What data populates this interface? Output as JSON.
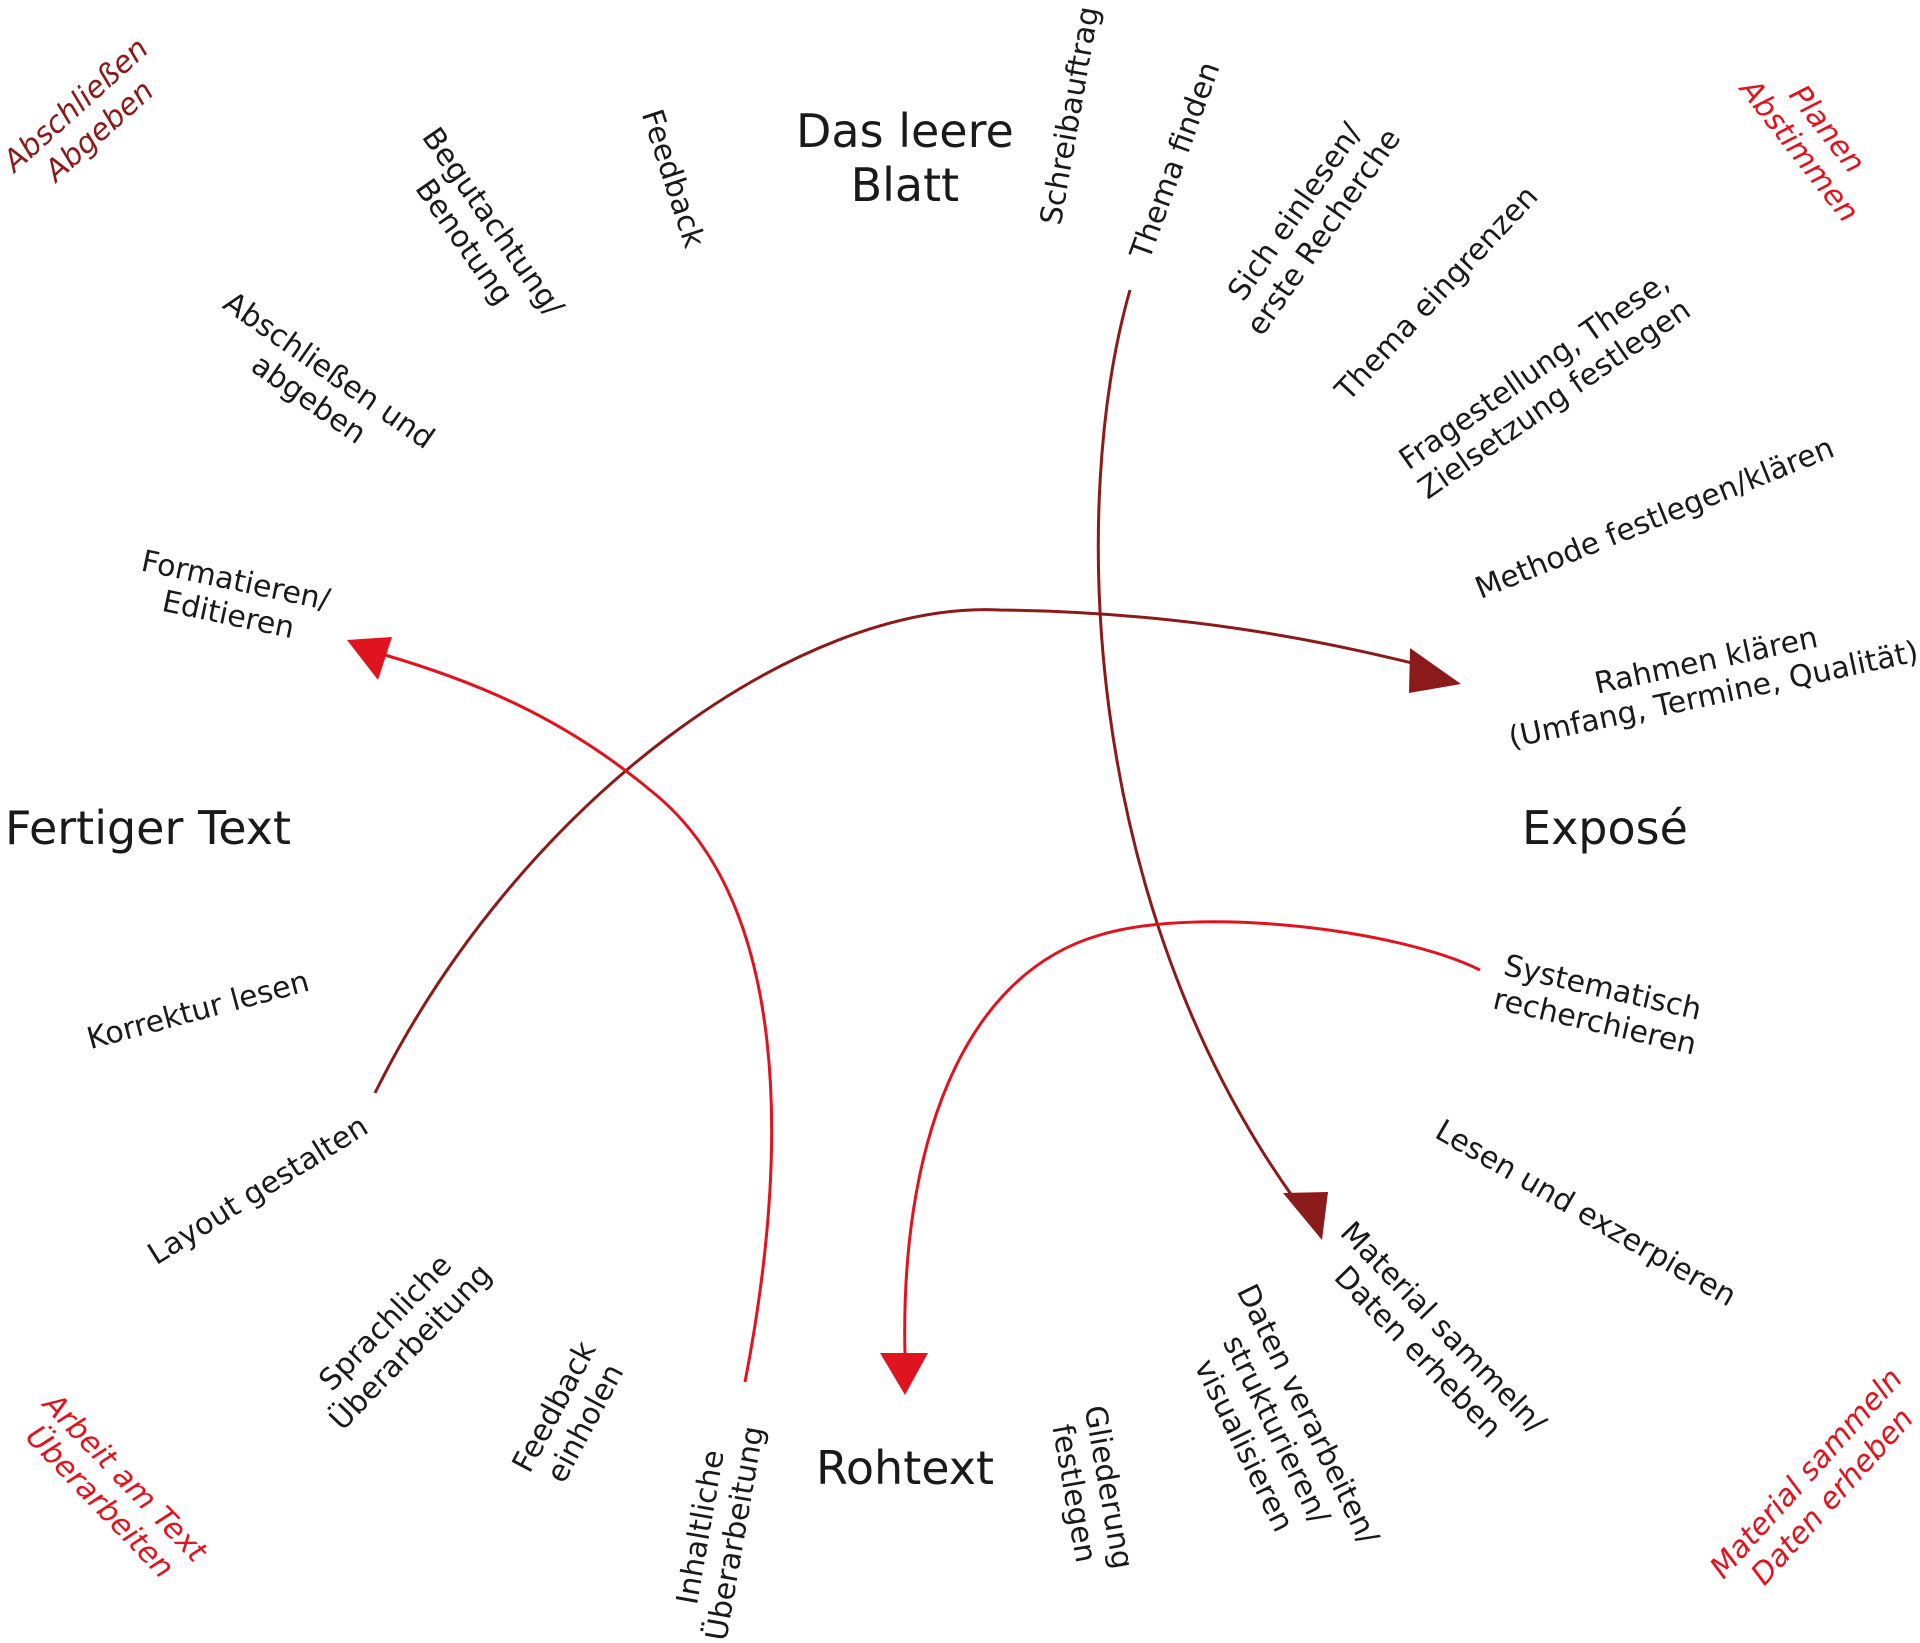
{
  "colors": {
    "dark_red": "#8b1a1a",
    "red": "#e0141e",
    "text": "#1a1a1a"
  },
  "stages": {
    "blank_page": "Das leere\nBlatt",
    "expose": "Exposé",
    "raw_text": "Rohtext",
    "finished_text": "Fertiger Text"
  },
  "phases": {
    "plan": "Planen\nAbstimmen",
    "collect": "Material sammeln\nDaten erheben",
    "revise": "Arbeit am Text\nÜberarbeiten",
    "finish": "Abschließen\nAbgeben"
  },
  "steps": {
    "assignment": "Schreibauftrag",
    "find_topic": "Thema finden",
    "read_in": "Sich einlesen/\nerste Recherche",
    "narrow_topic": "Thema eingrenzen",
    "question": "Fragestellung, These,\nZielsetzung festlegen",
    "method": "Methode festlegen/klären",
    "framework": "Rahmen klären\n(Umfang, Termine, Qualität)",
    "systematic_research": "Systematisch\nrecherchieren",
    "read_excerpt": "Lesen und exzerpieren",
    "collect_material": "Material sammeln/\nDaten erheben",
    "process_data": "Daten verarbeiten/\nstrukturieren/\nvisualisieren",
    "outline": "Gliederung\nfestlegen",
    "content_revision": "Inhaltliche\nÜberarbeitung",
    "get_feedback": "Feedback\neinholen",
    "language_revision": "Sprachliche\nÜberarbeitung",
    "layout": "Layout gestalten",
    "proofread": "Korrektur lesen",
    "format_edit": "Formatieren/\nEditieren",
    "finish_submit": "Abschließen und\nabgeben",
    "assessment": "Begutachtung/\nBenotung",
    "feedback": "Feedback"
  }
}
